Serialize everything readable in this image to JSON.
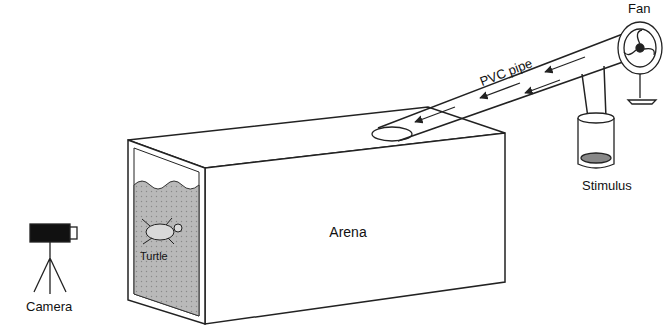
{
  "diagram": {
    "nodes": [
      {
        "text": [
          "Arena"
        ]
      }
    ],
    "labels": [
      "Fan",
      "PVC pipe",
      "Stimulus",
      "Turtle",
      "Camera"
    ]
  }
}
